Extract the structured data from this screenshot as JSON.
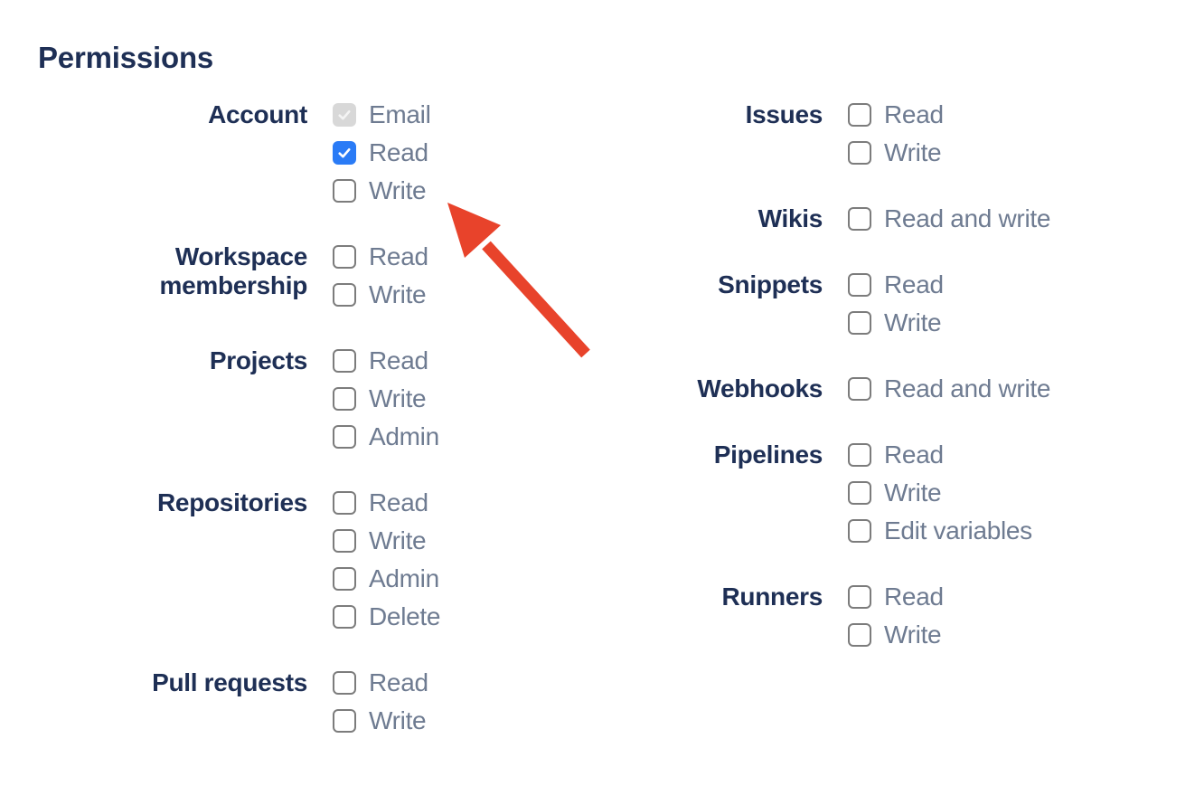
{
  "title": "Permissions",
  "colors": {
    "navy": "#1e2f55",
    "gray": "#6e7b91",
    "checkbox_checked_bg": "#2a7bf6",
    "checkbox_disabled_bg": "#d8d8d8",
    "checkbox_border": "#7c7c7c",
    "arrow": "#e8432b"
  },
  "columns": [
    {
      "groups": [
        {
          "label": "Account",
          "options": [
            {
              "label": "Email",
              "state": "checked_disabled"
            },
            {
              "label": "Read",
              "state": "checked"
            },
            {
              "label": "Write",
              "state": "unchecked"
            }
          ]
        },
        {
          "label": "Workspace membership",
          "options": [
            {
              "label": "Read",
              "state": "unchecked"
            },
            {
              "label": "Write",
              "state": "unchecked"
            }
          ]
        },
        {
          "label": "Projects",
          "options": [
            {
              "label": "Read",
              "state": "unchecked"
            },
            {
              "label": "Write",
              "state": "unchecked"
            },
            {
              "label": "Admin",
              "state": "unchecked"
            }
          ]
        },
        {
          "label": "Repositories",
          "options": [
            {
              "label": "Read",
              "state": "unchecked"
            },
            {
              "label": "Write",
              "state": "unchecked"
            },
            {
              "label": "Admin",
              "state": "unchecked"
            },
            {
              "label": "Delete",
              "state": "unchecked"
            }
          ]
        },
        {
          "label": "Pull requests",
          "options": [
            {
              "label": "Read",
              "state": "unchecked"
            },
            {
              "label": "Write",
              "state": "unchecked"
            }
          ]
        }
      ]
    },
    {
      "groups": [
        {
          "label": "Issues",
          "options": [
            {
              "label": "Read",
              "state": "unchecked"
            },
            {
              "label": "Write",
              "state": "unchecked"
            }
          ]
        },
        {
          "label": "Wikis",
          "options": [
            {
              "label": "Read and write",
              "state": "unchecked"
            }
          ]
        },
        {
          "label": "Snippets",
          "options": [
            {
              "label": "Read",
              "state": "unchecked"
            },
            {
              "label": "Write",
              "state": "unchecked"
            }
          ]
        },
        {
          "label": "Webhooks",
          "options": [
            {
              "label": "Read and write",
              "state": "unchecked"
            }
          ]
        },
        {
          "label": "Pipelines",
          "options": [
            {
              "label": "Read",
              "state": "unchecked"
            },
            {
              "label": "Write",
              "state": "unchecked"
            },
            {
              "label": "Edit variables",
              "state": "unchecked"
            }
          ]
        },
        {
          "label": "Runners",
          "options": [
            {
              "label": "Read",
              "state": "unchecked"
            },
            {
              "label": "Write",
              "state": "unchecked"
            }
          ]
        }
      ]
    }
  ],
  "annotation": {
    "shape": "red-arrow",
    "points_to": "Account Read checkbox"
  }
}
